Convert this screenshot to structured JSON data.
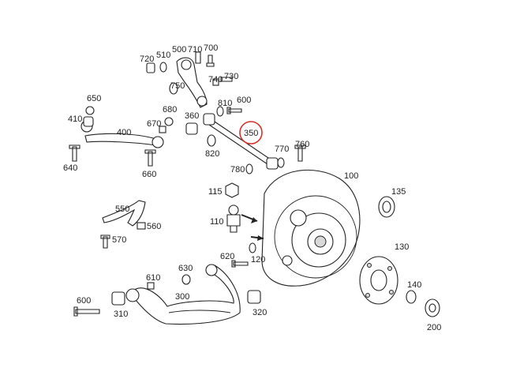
{
  "callouts": [
    "720",
    "510",
    "500",
    "710",
    "700",
    "750",
    "740",
    "730",
    "650",
    "680",
    "810",
    "600",
    "410",
    "360",
    "670",
    "400",
    "350",
    "770",
    "760",
    "640",
    "660",
    "820",
    "780",
    "100",
    "115",
    "135",
    "550",
    "560",
    "110",
    "570",
    "130",
    "620",
    "120",
    "630",
    "610",
    "300",
    "140",
    "600",
    "310",
    "320",
    "200"
  ],
  "highlight": {
    "label": "350",
    "color": "#d9302c"
  },
  "colors": {
    "line": "#222222",
    "shade": "#d9d9d9"
  }
}
